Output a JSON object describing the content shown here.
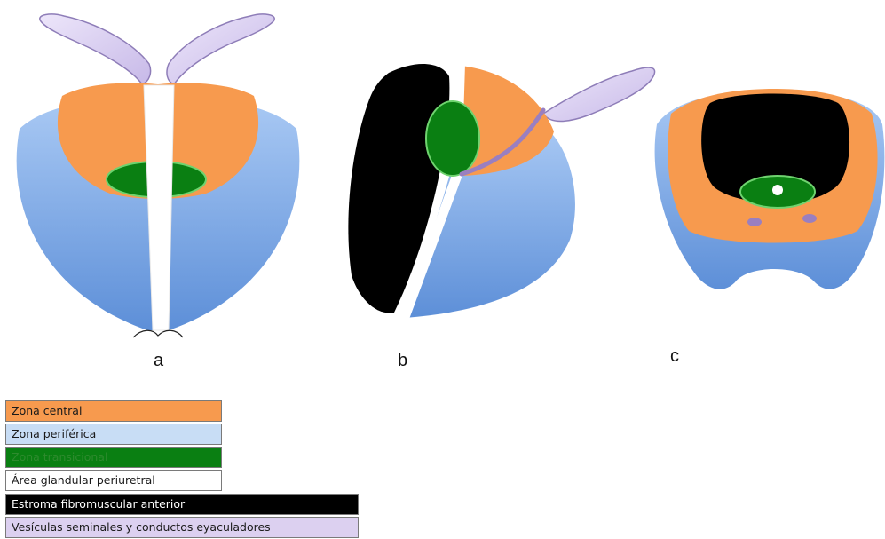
{
  "panels": {
    "a": "a",
    "b": "b",
    "c": "c"
  },
  "legend": [
    {
      "label": "Zona central",
      "color": "#F79A4E",
      "text_color": "#1a1a1a"
    },
    {
      "label": "Zona periférica",
      "color": "#C8DDF5",
      "text_color": "#1a1a1a"
    },
    {
      "label": "Zona transicional",
      "color": "#0A7F12",
      "text_color": "#2E8B2E"
    },
    {
      "label": "Área glandular periuretral",
      "color": "#FFFFFF",
      "text_color": "#1a1a1a"
    },
    {
      "label": "Estroma fibromuscular anterior",
      "color": "#000000",
      "text_color": "#FFFFFF"
    },
    {
      "label": "Vesículas seminales y conductos eyaculadores",
      "color": "#DCD0F0",
      "text_color": "#1a1a1a"
    }
  ],
  "colors": {
    "central_zone": "#F79A4E",
    "peripheral_zone_light": "#8FB8EE",
    "peripheral_zone_dark": "#5B8ED6",
    "transition_zone": "#0A7F12",
    "transition_outline": "#6FD36F",
    "periurethral": "#FFFFFF",
    "fibromuscular_stroma": "#000000",
    "seminal_vesicle": "#D8CDF0",
    "seminal_vesicle_outline": "#8E7DB8",
    "ejaculatory_duct": "#9A7FC0"
  }
}
